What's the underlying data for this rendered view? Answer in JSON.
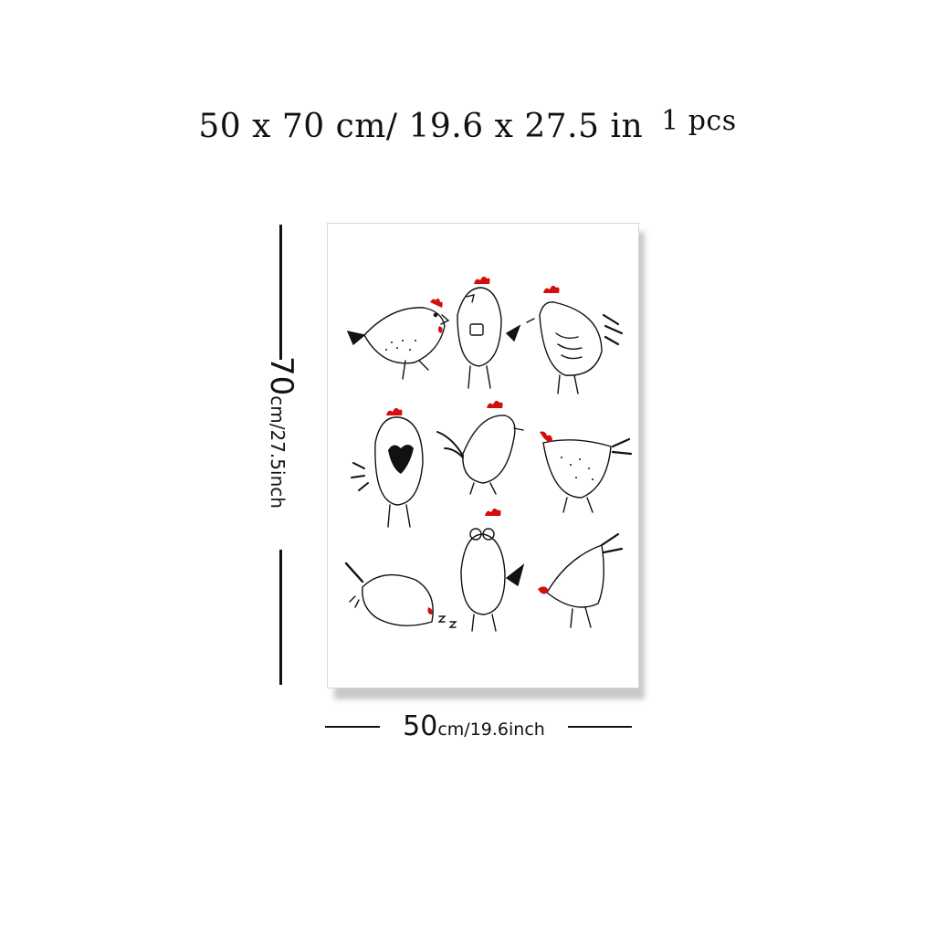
{
  "title": {
    "size_text": "50 x 70 cm/ 19.6 x 27.5 in",
    "quantity": "1 pcs"
  },
  "dimensions": {
    "height_value": "70",
    "height_unit": "cm/27.5inch",
    "width_value": "50",
    "width_unit": "cm/19.6inch"
  },
  "poster": {
    "artwork": "chicken-doodles",
    "accent_color": "#d10f0f",
    "line_color": "#111111"
  }
}
